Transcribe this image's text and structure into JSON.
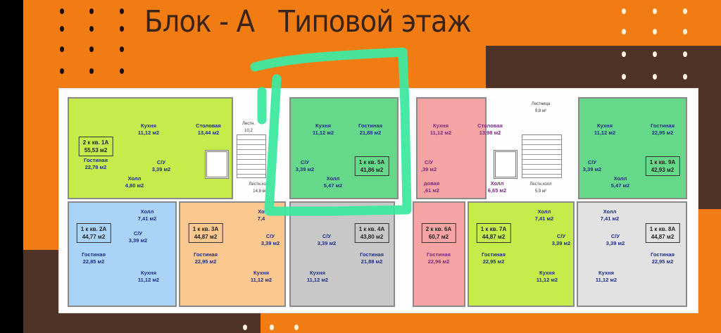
{
  "title": "Блок - А   Типовой этаж",
  "colors": {
    "background": "#f27c14",
    "brown": "#4e3326",
    "highlight": "#3ee8a0",
    "lime": "#c6ec4c",
    "green": "#66d88a",
    "pink": "#f5a3a3",
    "blue": "#a9d4f7",
    "peach": "#fbc890",
    "grey": "#c8c8c8",
    "lightgrey": "#e2e2e2"
  },
  "apartments": [
    {
      "id": "1A",
      "title": "2 к кв. 1А",
      "area": "55,53 м2"
    },
    {
      "id": "5A",
      "title": "1 к кв. 5А",
      "area": "41,86 м2"
    },
    {
      "id": "9A",
      "title": "1 к кв. 9А",
      "area": "42,93 м2"
    },
    {
      "id": "2A",
      "title": "1 к кв. 2А",
      "area": "44,77 м2"
    },
    {
      "id": "3A",
      "title": "1 к кв. 3А",
      "area": "44,87 м2"
    },
    {
      "id": "4A",
      "title": "1 к кв. 4А",
      "area": "43,80 м2"
    },
    {
      "id": "6A",
      "title": "2 к кв. 6А",
      "area": "60,7 м2"
    },
    {
      "id": "7A",
      "title": "1 к кв. 7А",
      "area": "44,87 м2"
    },
    {
      "id": "8A",
      "title": "1 к кв. 8А",
      "area": "44,87 м2"
    }
  ],
  "rooms": [
    {
      "name": "Кухня",
      "area": "11,12 м2"
    },
    {
      "name": "Столовая",
      "area": "13,44 м2"
    },
    {
      "name": "Гостиная",
      "area": "22,78 м2"
    },
    {
      "name": "С/У",
      "area": "3,39 м2"
    },
    {
      "name": "Холл",
      "area": "4,80 м2"
    },
    {
      "name": "Кухня",
      "area": "11,12 м2"
    },
    {
      "name": "Гостиная",
      "area": "21,88 м2"
    },
    {
      "name": "С/У",
      "area": "3,39 м2"
    },
    {
      "name": "Холл",
      "area": "5,47 м2"
    },
    {
      "name": "Кухня",
      "area": "11,12 м2"
    },
    {
      "name": "Столовая",
      "area": "13,98 м2"
    },
    {
      "name": "С/У",
      "area": ",39 м2"
    },
    {
      "name": "довая",
      "area": ",61 м2"
    },
    {
      "name": "Холл",
      "area": "6,65 м2"
    },
    {
      "name": "Кухня",
      "area": "11,12 м2"
    },
    {
      "name": "Гостиная",
      "area": "22,95 м2"
    },
    {
      "name": "С/У",
      "area": "3,39 м2"
    },
    {
      "name": "Холл",
      "area": "5,47 м2"
    },
    {
      "name": "Холл",
      "area": "7,41 м2"
    },
    {
      "name": "С/У",
      "area": "3,39 м2"
    },
    {
      "name": "Гостиная",
      "area": "22,85 м2"
    },
    {
      "name": "Кухня",
      "area": "11,12 м2"
    },
    {
      "name": "Гостиная",
      "area": "22,95 м2"
    },
    {
      "name": "С/У",
      "area": "3,39 м2"
    },
    {
      "name": "Кухня",
      "area": "11,12 м2"
    },
    {
      "name": "Хо",
      "area": "7,4"
    },
    {
      "name": "С/У",
      "area": "3,39 м2"
    },
    {
      "name": "Гостиная",
      "area": "21,88 м2"
    },
    {
      "name": "Кухня",
      "area": "11,12 м2"
    },
    {
      "name": "Гостиная",
      "area": "22,96 м2"
    },
    {
      "name": "Холл",
      "area": "7,41 м2"
    },
    {
      "name": "С/У",
      "area": "3,39 м2"
    },
    {
      "name": "Гостиная",
      "area": "22,95 м2"
    },
    {
      "name": "Кухня",
      "area": "11,12 м2"
    },
    {
      "name": "Холл",
      "area": "7,41 м2"
    },
    {
      "name": "С/У",
      "area": "3,39 м2"
    },
    {
      "name": "Гостиная",
      "area": "22,95 м2"
    },
    {
      "name": "Кухня",
      "area": "11,12 м2"
    }
  ],
  "common": [
    {
      "name": "Лестн.",
      "area": "10,2"
    },
    {
      "name": "Лестн.холл",
      "area": "14,8 м²"
    },
    {
      "name": "Лестница",
      "area": "9,8 м²"
    },
    {
      "name": "Лестн.холл",
      "area": "5,9 м²"
    }
  ]
}
